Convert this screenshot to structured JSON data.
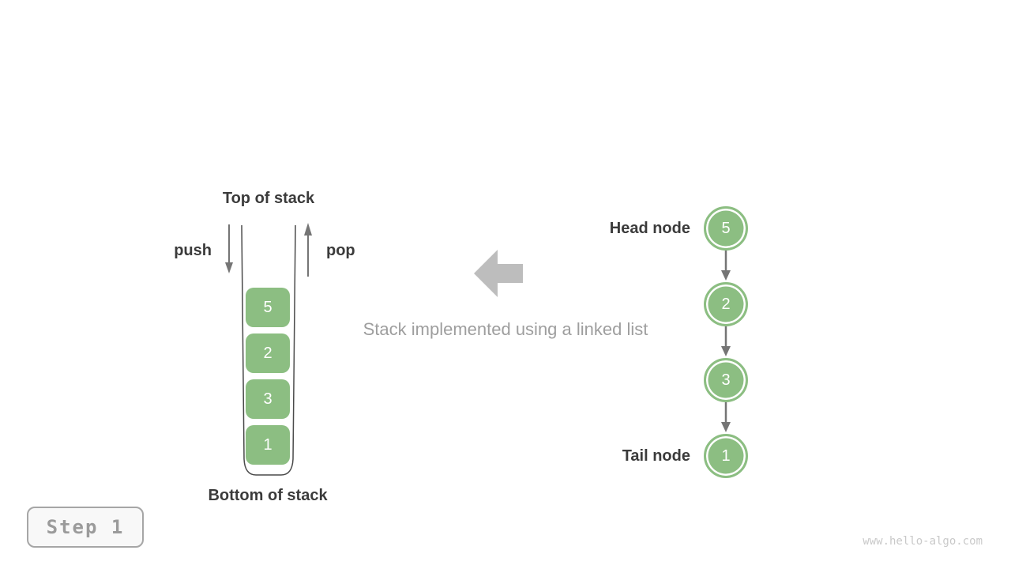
{
  "colors": {
    "background": "#ffffff",
    "green": "#8cbe82",
    "dark_text": "#3b3b3b",
    "muted_text": "#9e9e9e",
    "arrow_gray": "#757575",
    "big_arrow": "#bdbdbd",
    "wall_stroke": "#4a4a4a",
    "step_text": "#9b9b9b",
    "step_border": "#a6a6a6",
    "step_bg": "#f8f8f8",
    "watermark": "#c9c9c9",
    "node_text": "#ffffff"
  },
  "stack": {
    "top_label": "Top of stack",
    "bottom_label": "Bottom of stack",
    "push_label": "push",
    "pop_label": "pop",
    "items": [
      "5",
      "2",
      "3",
      "1"
    ]
  },
  "caption": "Stack implemented using a linked list",
  "linked_list": {
    "head_label": "Head node",
    "tail_label": "Tail node",
    "nodes": [
      "5",
      "2",
      "3",
      "1"
    ]
  },
  "footer": {
    "step_label": "Step 1",
    "watermark": "www.hello-algo.com"
  }
}
